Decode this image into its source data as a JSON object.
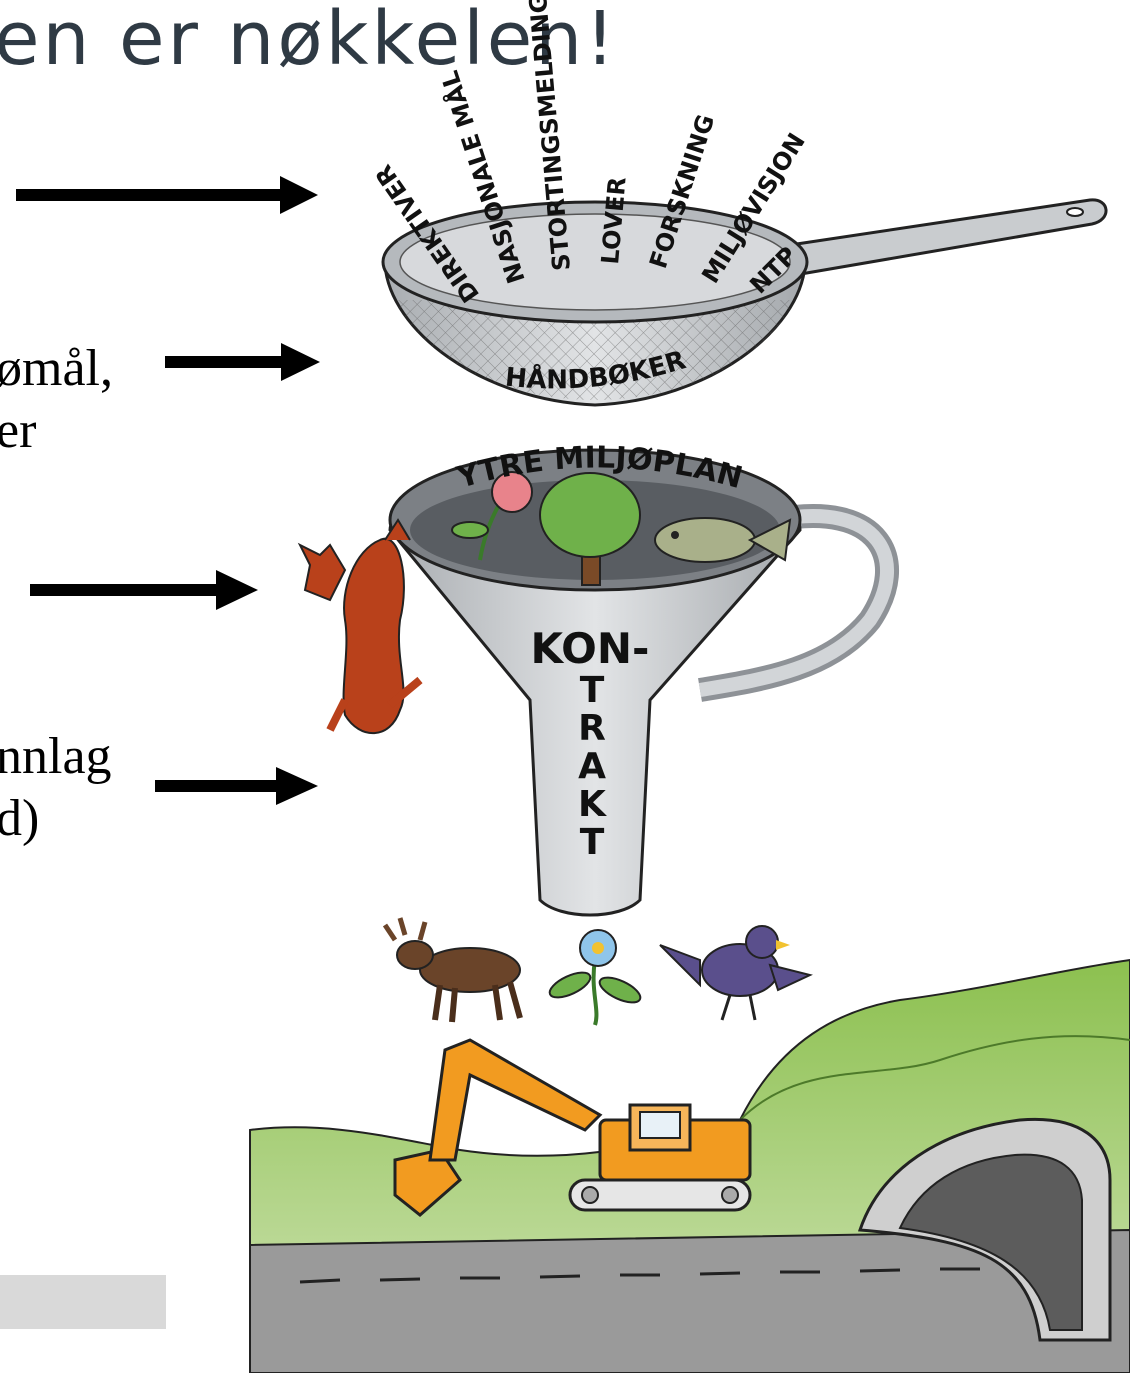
{
  "title": "en er nøkkelen!",
  "side_text": {
    "line1": "ømål,",
    "line2": "er",
    "line3": "nnlag",
    "line4": "d)"
  },
  "pan": {
    "words": [
      "DIREKTIVER",
      "NASJONALE MÅL",
      "STORTINGSMELDING",
      "LOVER",
      "FORSKNING",
      "MILJØVISJON",
      "NTP"
    ],
    "rim_label": "HÅNDBØKER"
  },
  "funnel": {
    "rim_label": "YTRE MILJØPLAN",
    "stem_top": "KON-",
    "stem_letters": [
      "T",
      "R",
      "A",
      "K",
      "T"
    ]
  },
  "colors": {
    "metal": "#c9cccf",
    "metal_dark": "#8e9297",
    "fox": "#b9411b",
    "moose": "#6a4429",
    "bird": "#5a4f8c",
    "excavator": "#f29b20",
    "grass": "#7fb548",
    "road": "#9a9a9a"
  },
  "icons": [
    "arrow-right-icon",
    "fox-icon",
    "flower-icon",
    "tree-icon",
    "fish-icon",
    "moose-icon",
    "bird-icon",
    "excavator-icon",
    "tunnel-icon"
  ]
}
